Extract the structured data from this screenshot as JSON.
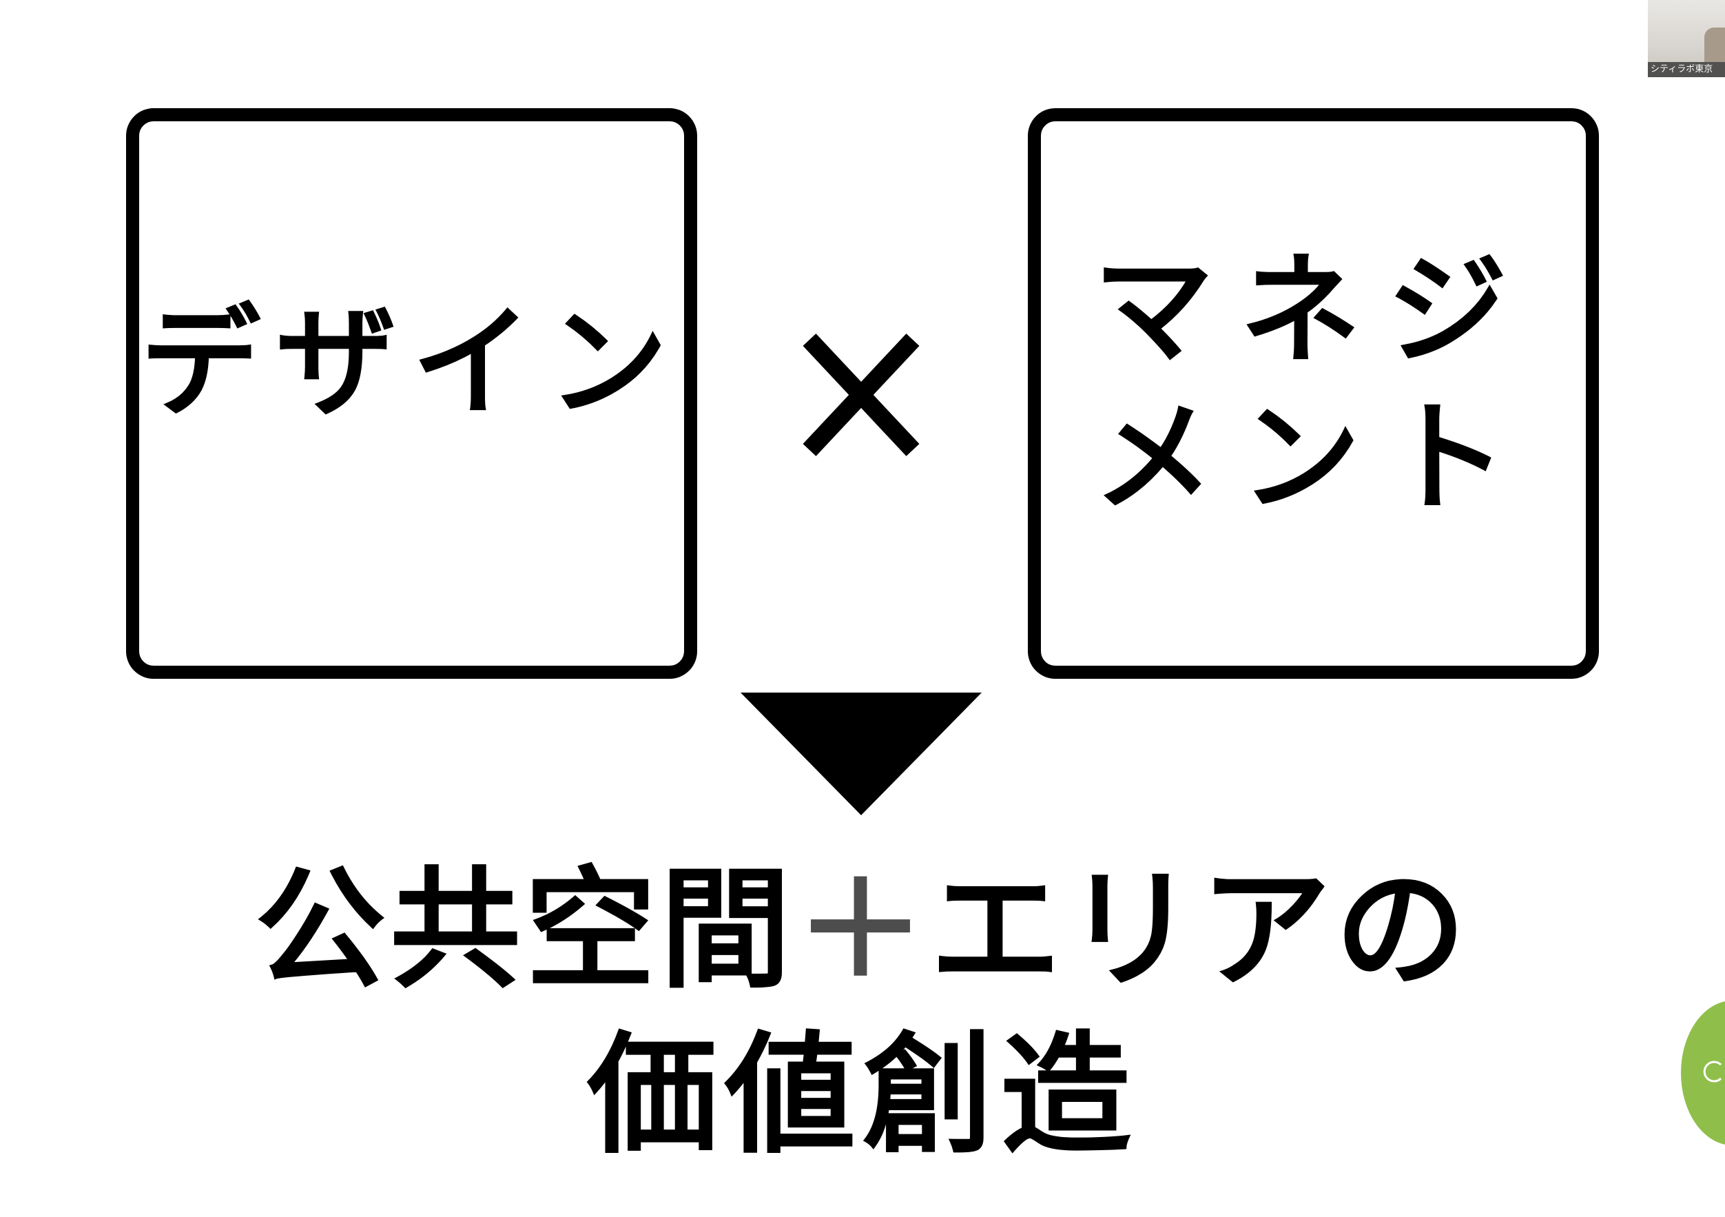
{
  "slide": {
    "box_left_text": "デザイン",
    "times_symbol": "×",
    "box_right_line1": "マネジ",
    "box_right_line2": "メント",
    "conclusion_part1": "公共空間",
    "conclusion_plus": "＋",
    "conclusion_part2": "エリアの",
    "conclusion_line2": "価値創造"
  },
  "video_call": {
    "participant_name": "シティラボ東京"
  },
  "icons": {
    "floating_button_icon": "chat-icon"
  },
  "colors": {
    "background": "#ffffff",
    "text": "#000000",
    "plus": "#4d4d4d",
    "floating_button": "#8fbf4a"
  }
}
